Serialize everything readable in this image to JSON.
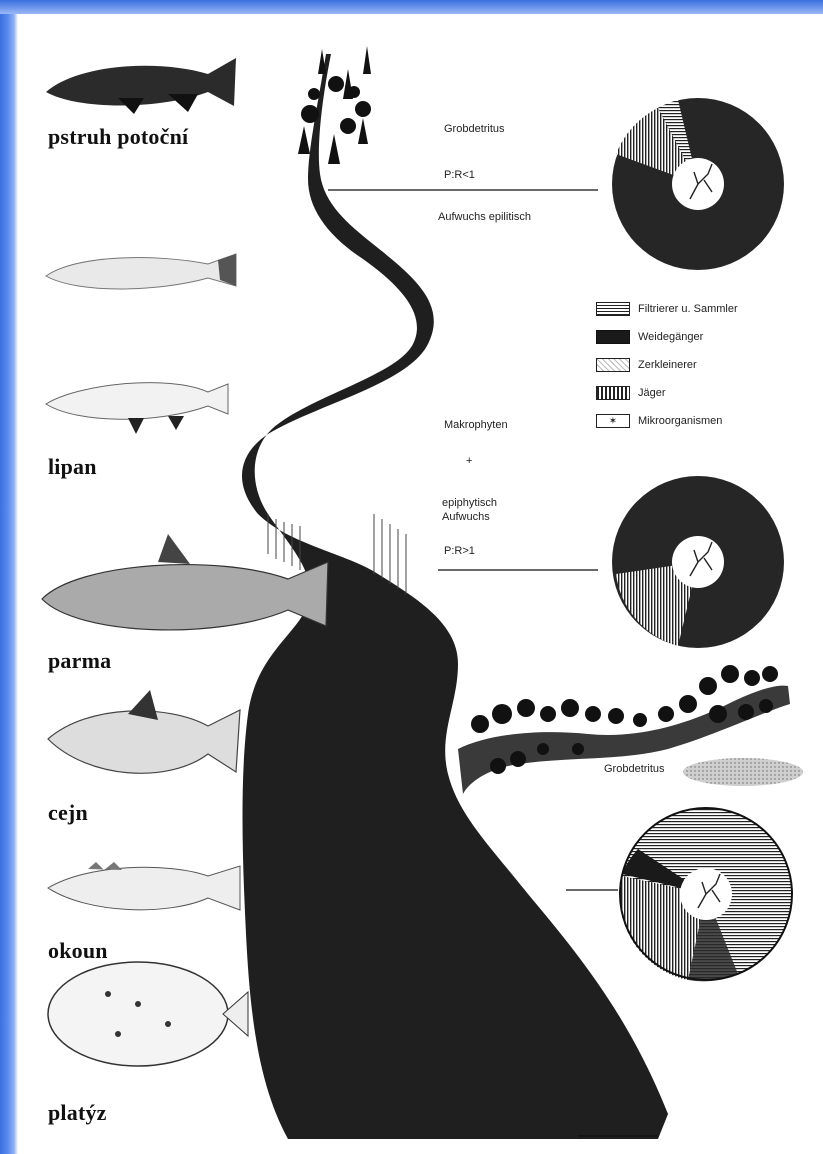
{
  "fish": [
    {
      "label": "pstruh potoční"
    },
    {
      "label": ""
    },
    {
      "label": "lipan"
    },
    {
      "label": "parma"
    },
    {
      "label": "cejn"
    },
    {
      "label": "okoun"
    },
    {
      "label": "platýz"
    }
  ],
  "annotations": {
    "grobdetritus_top": "Grobdetritus",
    "pr_less": "P:R<1",
    "aufwuchs": "Aufwuchs epilitisch",
    "makrophyten": "Makrophyten",
    "plus": "+",
    "epiphytisch_1": "epiphytisch",
    "epiphytisch_2": "Aufwuchs",
    "pr_greater": "P:R>1",
    "grobdetritus_side": "Grobdetritus"
  },
  "legend": [
    {
      "label": "Filtrierer u. Sammler",
      "swatch": "filt"
    },
    {
      "label": "Weidegänger",
      "swatch": "weide"
    },
    {
      "label": "Zerkleinerer",
      "swatch": "zerk"
    },
    {
      "label": "Jäger",
      "swatch": "jager"
    },
    {
      "label": "Mikroorganismen",
      "swatch": "mikro"
    }
  ],
  "colors": {
    "ink": "#1a1a1a",
    "paper": "#ffffff",
    "frame_blue": "#3a6fe0"
  }
}
